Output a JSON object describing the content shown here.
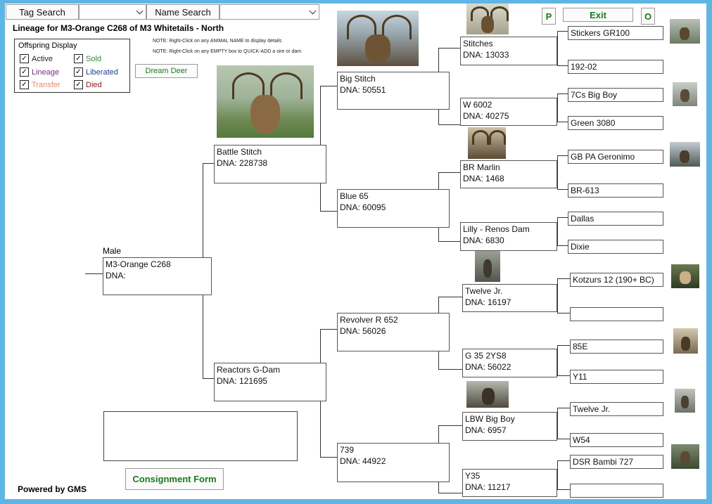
{
  "header": {
    "tag_search_label": "Tag Search",
    "name_search_label": "Name Search",
    "p_label": "P",
    "exit_label": "Exit",
    "o_label": "O",
    "title": "Lineage for M3-Orange C268 of M3 Whitetails - North",
    "note1": "NOTE: Right-Click on any ANIMAL NAME to display details",
    "note2": "NOTE: Right-Click on any EMPTY box to QUICK-ADD a sire or dam"
  },
  "offspring": {
    "title": "Offspring Display",
    "items": [
      {
        "label": "Active",
        "color": "#222222",
        "check": "✓"
      },
      {
        "label": "Sold",
        "color": "#2e8b2e",
        "check": "✓"
      },
      {
        "label": "Lineage",
        "color": "#7a2e8a",
        "check": "✓"
      },
      {
        "label": "Liberated",
        "color": "#1f3f8f",
        "check": "✓"
      },
      {
        "label": "Transfer",
        "color": "#e08a6a",
        "check": "✓"
      },
      {
        "label": "Died",
        "color": "#8b1a1a",
        "check": "✓"
      }
    ]
  },
  "buttons": {
    "dream_deer": "Dream Deer",
    "consignment": "Consignment Form"
  },
  "footer": {
    "powered": "Powered by GMS"
  },
  "colors": {
    "accent_green": "#1a7a1a",
    "frame_blue": "#5fb6e4"
  },
  "subject": {
    "sex": "Male",
    "name": "M3-Orange C268",
    "dna": "DNA:"
  },
  "gen1": [
    {
      "name": "Battle Stitch",
      "dna": "DNA:  228738"
    },
    {
      "name": "Reactors G-Dam",
      "dna": "DNA:  121695"
    }
  ],
  "gen2": [
    {
      "name": "Big Stitch",
      "dna": "DNA:  50551"
    },
    {
      "name": "Blue 65",
      "dna": "DNA:  60095"
    },
    {
      "name": "Revolver R 652",
      "dna": "DNA:  56026"
    },
    {
      "name": "739",
      "dna": "DNA:  44922"
    }
  ],
  "gen3": [
    {
      "name": "Stitches",
      "dna": "DNA:  13033"
    },
    {
      "name": "W 6002",
      "dna": "DNA:  40275"
    },
    {
      "name": "BR Marlin",
      "dna": "DNA:  1468"
    },
    {
      "name": "Lilly - Renos Dam",
      "dna": "DNA:  6830"
    },
    {
      "name": "Twelve Jr.",
      "dna": "DNA:  16197"
    },
    {
      "name": "G 35 2YS8",
      "dna": "DNA:  56022"
    },
    {
      "name": "LBW Big Boy",
      "dna": "DNA:  6957"
    },
    {
      "name": "Y35",
      "dna": "DNA:  11217"
    }
  ],
  "gen4": [
    {
      "name": "Stickers GR100"
    },
    {
      "name": "192-02"
    },
    {
      "name": "7Cs Big Boy"
    },
    {
      "name": "Green 3080"
    },
    {
      "name": "GB PA Geronimo"
    },
    {
      "name": "BR-613"
    },
    {
      "name": "Dallas"
    },
    {
      "name": "Dixie"
    },
    {
      "name": "Kotzurs 12 (190+ BC)"
    },
    {
      "name": ""
    },
    {
      "name": "85E"
    },
    {
      "name": "Y11"
    },
    {
      "name": "Twelve Jr."
    },
    {
      "name": "W54"
    },
    {
      "name": "DSR Bambi 727"
    },
    {
      "name": ""
    }
  ]
}
